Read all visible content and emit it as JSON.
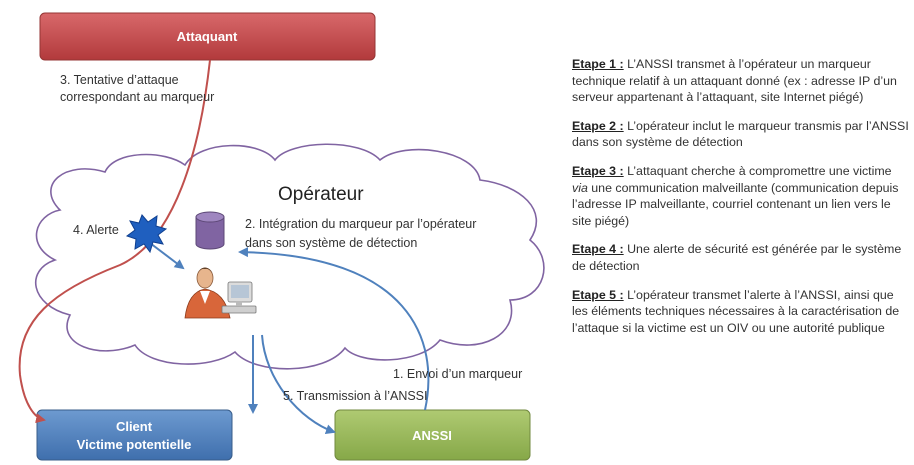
{
  "attacker": {
    "label": "Attaquant",
    "color": "#c0484a"
  },
  "client": {
    "line1": "Client",
    "line2": "Victime potentielle",
    "color": "#4f81bd"
  },
  "anssi": {
    "label": "ANSSI",
    "color": "#9bbb59"
  },
  "cloud": {
    "title": "Opérateur"
  },
  "labels": {
    "attack_line1": "3. Tentative d’attaque",
    "attack_line2": "correspondant au marqueur",
    "alert": "4. Alerte",
    "integration_line1": "2. Intégration du marqueur par l’opérateur",
    "integration_line2": "dans son système de détection",
    "send_marker": "1. Envoi d’un marqueur",
    "transmission": "5. Transmission à l’ANSSI"
  },
  "colors": {
    "attack_arrow": "#c0504d",
    "anssi_arrow": "#4f81bd",
    "database": "#8064a2",
    "alert_burst": "#1f5fbf"
  },
  "steps": [
    {
      "title": "Etape 1 :",
      "parts": [
        {
          "text": " L’ANSSI transmet à l’opérateur un marqueur technique relatif à un attaquant donné (ex : adresse IP d’un serveur appartenant à l’attaquant, site Internet piégé)"
        }
      ]
    },
    {
      "title": "Etape 2 :",
      "parts": [
        {
          "text": " L’opérateur inclut le marqueur transmis par l’ANSSI dans son système de détection"
        }
      ]
    },
    {
      "title": "Etape 3 :",
      "parts": [
        {
          "text": " L’attaquant cherche à compromettre une victime "
        },
        {
          "text": "via",
          "italic": true
        },
        {
          "text": " une communication malveillante (communication depuis l’adresse IP malveillante, courriel contenant un lien vers le site piégé)"
        }
      ]
    },
    {
      "title": "Etape 4 :",
      "parts": [
        {
          "text": " Une alerte de sécurité est générée par le système de détection"
        }
      ]
    },
    {
      "title": "Etape 5 :",
      "parts": [
        {
          "text": " L’opérateur transmet l’alerte à l’ANSSI, ainsi que les éléments techniques nécessaires à la caractérisation de l’attaque si la victime est un OIV ou une autorité publique"
        }
      ]
    }
  ]
}
